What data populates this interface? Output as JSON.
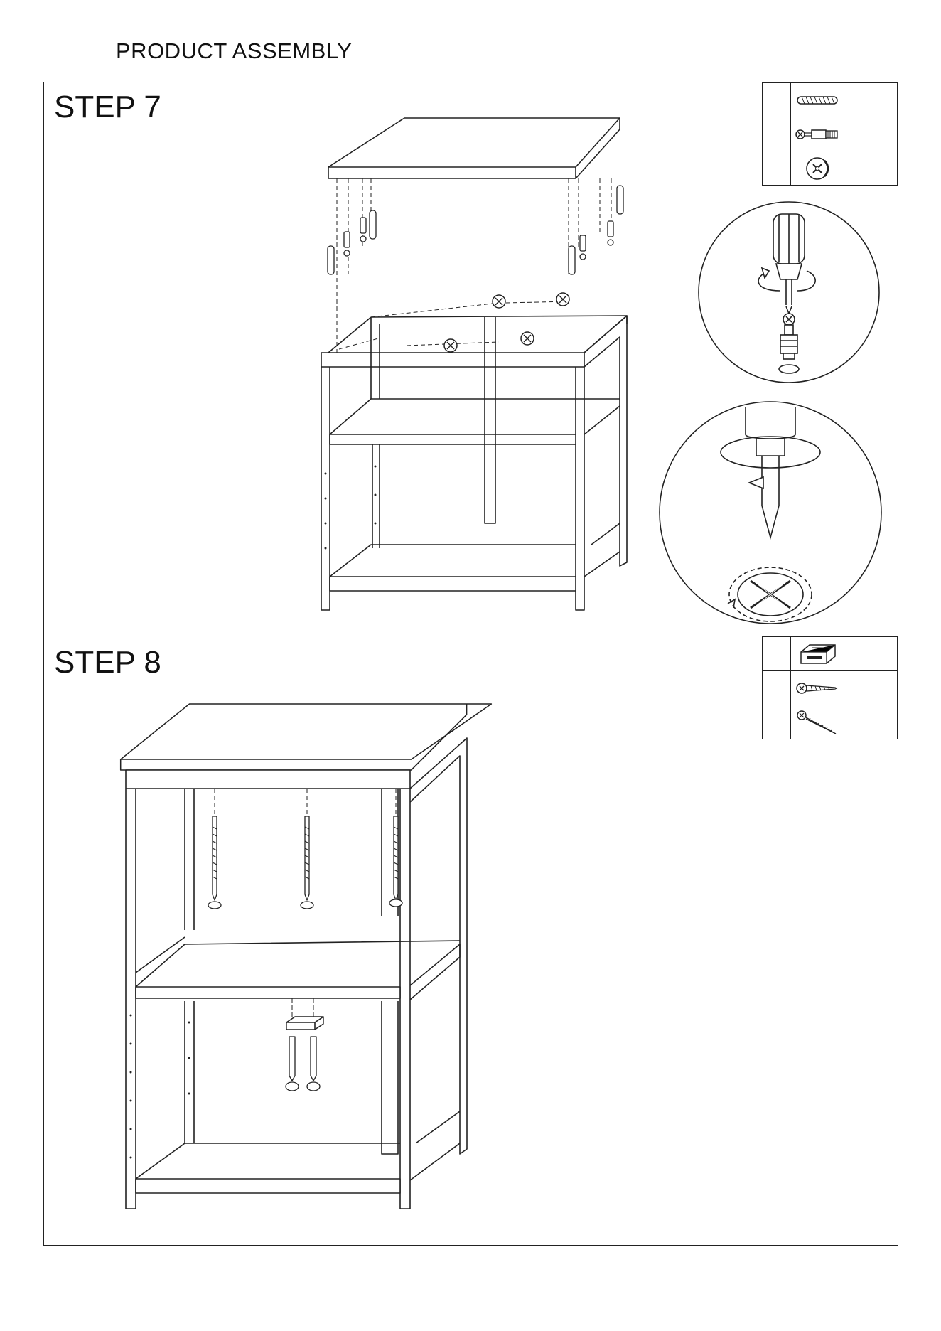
{
  "header": {
    "title": "PRODUCT ASSEMBLY"
  },
  "steps": [
    {
      "title": "STEP 7",
      "hardware": [
        "wooden-dowel-icon",
        "cam-bolt-icon",
        "cam-lock-nut-icon"
      ],
      "details": [
        "screwdriver-cam-bolt-detail",
        "screwdriver-cam-lock-turn-detail"
      ]
    },
    {
      "title": "STEP 8",
      "hardware": [
        "magnetic-catch-icon",
        "wood-screw-icon",
        "long-screw-icon"
      ]
    }
  ],
  "colors": {
    "line": "#222222",
    "background": "#ffffff"
  }
}
